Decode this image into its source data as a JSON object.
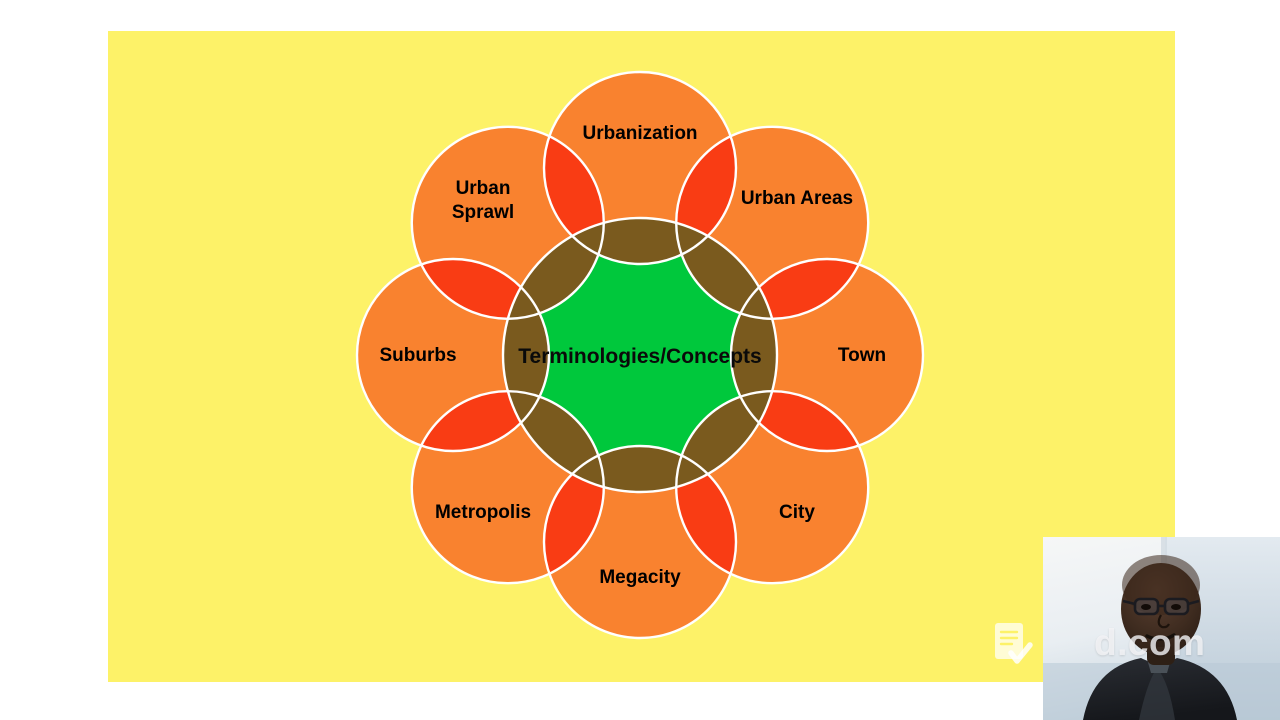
{
  "slide": {
    "background_color": "#fdf268",
    "center": {
      "label": "Terminologies/Concepts",
      "fill_color": "#00c83c"
    },
    "petal_fill_color": "#f9822f",
    "petal_overlap_color": "#f93c14",
    "center_overlap_color": "#7a5a1e",
    "outline_color": "#ffffff",
    "petals": [
      {
        "label": "Urbanization",
        "angle_deg": -90,
        "label_lines": [
          "Urbanization"
        ]
      },
      {
        "label": "Urban Areas",
        "angle_deg": -45,
        "label_lines": [
          "Urban Areas"
        ]
      },
      {
        "label": "Town",
        "angle_deg": 0,
        "label_lines": [
          "Town"
        ]
      },
      {
        "label": "City",
        "angle_deg": 45,
        "label_lines": [
          "City"
        ]
      },
      {
        "label": "Megacity",
        "angle_deg": 90,
        "label_lines": [
          "Megacity"
        ]
      },
      {
        "label": "Metropolis",
        "angle_deg": 135,
        "label_lines": [
          "Metropolis"
        ]
      },
      {
        "label": "Suburbs",
        "angle_deg": 180,
        "label_lines": [
          "Suburbs"
        ]
      },
      {
        "label": "Urban Sprawl",
        "angle_deg": -135,
        "label_lines": [
          "Urban",
          "Sprawl"
        ]
      }
    ]
  },
  "watermark": {
    "icon_name": "document-check-icon",
    "domain_text": "d.com"
  },
  "webcam": {
    "label": "presenter-webcam-feed"
  }
}
